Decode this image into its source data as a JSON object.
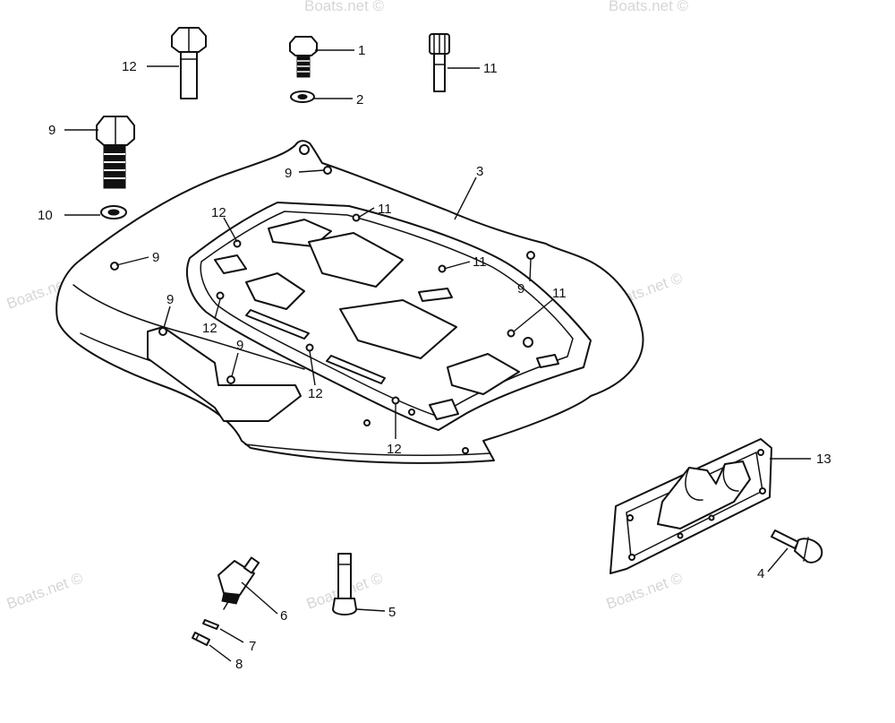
{
  "watermark": "Boats.net ©",
  "colors": {
    "ink": "#111111",
    "paper": "#ffffff",
    "watermark": "#d6d6d6"
  },
  "callouts": {
    "c1": "1",
    "c2": "2",
    "c3": "3",
    "c4": "4",
    "c5": "5",
    "c6": "6",
    "c7": "7",
    "c8": "8",
    "c9a": "9",
    "c9b": "9",
    "c9c": "9",
    "c9d": "9",
    "c9e": "9",
    "c9f": "9",
    "c10": "10",
    "c11a": "11",
    "c11b": "11",
    "c11c": "11",
    "c11d": "11",
    "c12a": "12",
    "c12b": "12",
    "c12c": "12",
    "c12d": "12",
    "c12e": "12",
    "c13": "13"
  }
}
